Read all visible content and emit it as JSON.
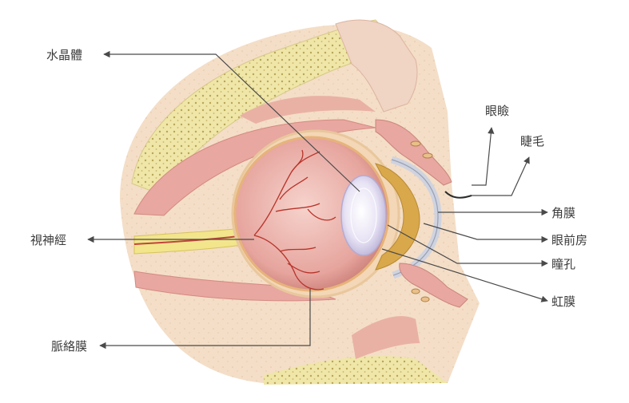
{
  "labels": {
    "lens": "水晶體",
    "optic_nerve": "視神經",
    "choroid": "脈絡膜",
    "eyelid": "眼瞼",
    "eyelash": "睫毛",
    "cornea": "角膜",
    "anterior_chamber": "眼前房",
    "pupil": "瞳孔",
    "iris": "虹膜"
  },
  "colors": {
    "bone": "#efe6a8",
    "bone_dots": "#bfae63",
    "tissue": "#f3dcc4",
    "muscle": "#e8a7a0",
    "eyeball": "#eab5ae",
    "nerve": "#f2e58c",
    "vessel": "#b8332a",
    "lens": "#e4def2",
    "iris": "#d9a84b",
    "cornea": "#cfd3df",
    "leader": "#4a4a4a"
  }
}
